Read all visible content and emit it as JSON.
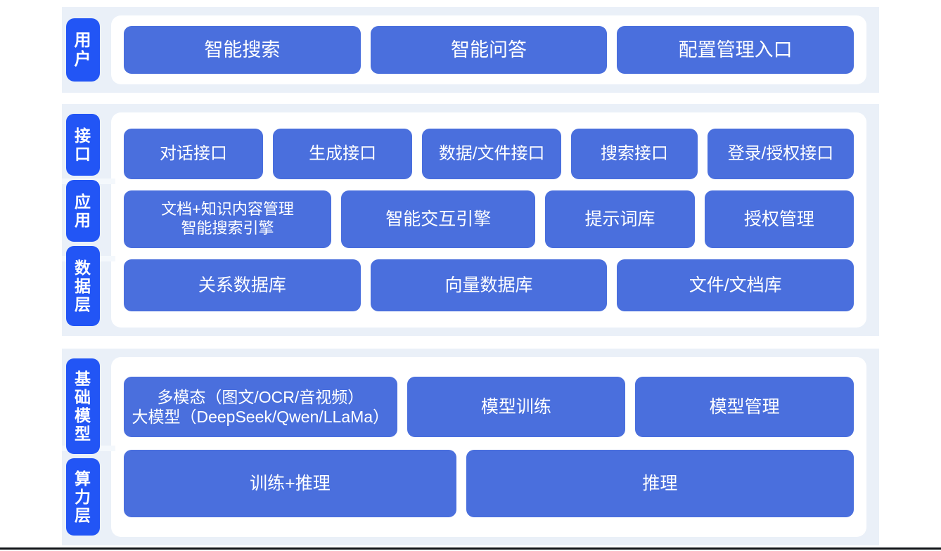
{
  "diagram": {
    "colors": {
      "band": "#eaf0f8",
      "panel": "#ffffff",
      "tab_blue": "#2255f5",
      "chip_blue": "#4a6fdd",
      "chip_text": "#ffffff",
      "page_background": "#ffffff"
    }
  },
  "sections": {
    "user": {
      "tabs": [
        {
          "label": "用户",
          "chars": [
            "用",
            "户"
          ]
        }
      ],
      "rows": [
        {
          "name": "user-entry-row",
          "chips": [
            {
              "lines": [
                "智能搜索"
              ]
            },
            {
              "lines": [
                "智能问答"
              ]
            },
            {
              "lines": [
                "配置管理入口"
              ]
            }
          ]
        }
      ]
    },
    "middle": {
      "tabs": [
        {
          "label": "接口",
          "chars": [
            "接",
            "口"
          ]
        },
        {
          "label": "应用",
          "chars": [
            "应",
            "用"
          ]
        },
        {
          "label": "数据层",
          "chars": [
            "数",
            "据",
            "层"
          ]
        }
      ],
      "rows": [
        {
          "name": "interface-row",
          "chips": [
            {
              "lines": [
                "对话接口"
              ]
            },
            {
              "lines": [
                "生成接口"
              ]
            },
            {
              "lines": [
                "数据/文件接口"
              ]
            },
            {
              "lines": [
                "搜索接口"
              ]
            },
            {
              "lines": [
                "登录/授权接口"
              ]
            }
          ]
        },
        {
          "name": "application-row",
          "chips": [
            {
              "lines": [
                "文档+知识内容管理",
                "智能搜索引擎"
              ]
            },
            {
              "lines": [
                "智能交互引擎"
              ]
            },
            {
              "lines": [
                "提示词库"
              ]
            },
            {
              "lines": [
                "授权管理"
              ]
            }
          ]
        },
        {
          "name": "data-layer-row",
          "chips": [
            {
              "lines": [
                "关系数据库"
              ]
            },
            {
              "lines": [
                "向量数据库"
              ]
            },
            {
              "lines": [
                "文件/文档库"
              ]
            }
          ]
        }
      ]
    },
    "base": {
      "tabs": [
        {
          "label": "基础模型",
          "chars": [
            "基",
            "础",
            "模",
            "型"
          ]
        },
        {
          "label": "算力层",
          "chars": [
            "算",
            "力",
            "层"
          ]
        }
      ],
      "rows": [
        {
          "name": "model-row",
          "chips": [
            {
              "lines": [
                "多模态（图文/OCR/音视频）",
                "大模型（DeepSeek/Qwen/LLaMa）"
              ]
            },
            {
              "lines": [
                "模型训练"
              ]
            },
            {
              "lines": [
                "模型管理"
              ]
            }
          ]
        },
        {
          "name": "compute-row",
          "chips": [
            {
              "lines": [
                "训练+推理"
              ]
            },
            {
              "lines": [
                "推理"
              ]
            }
          ]
        }
      ]
    }
  }
}
